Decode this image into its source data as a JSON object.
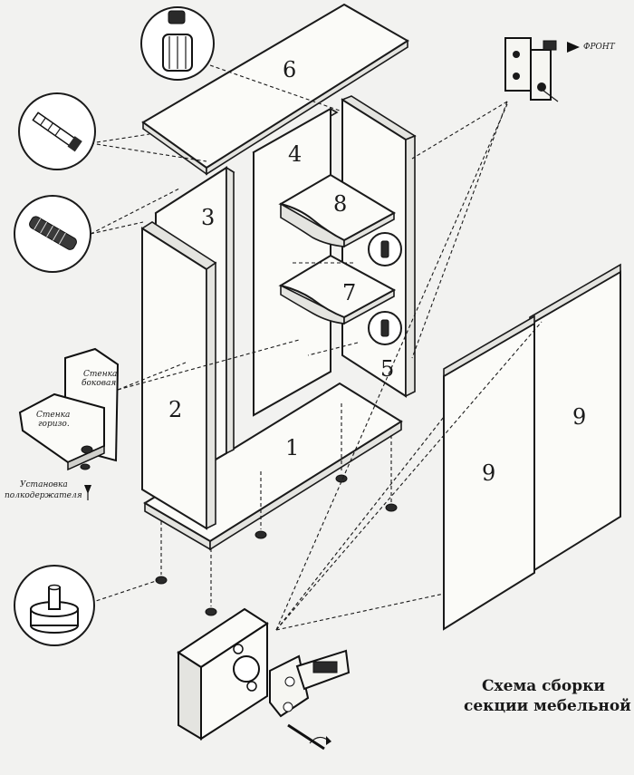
{
  "parts": {
    "p1": "1",
    "p2": "2",
    "p3": "3",
    "p4": "4",
    "p5": "5",
    "p6": "6",
    "p7": "7",
    "p8": "8",
    "p9_left": "9",
    "p9_right": "9"
  },
  "labels": {
    "front": "ФРОНТ",
    "block_line1": "Стенка",
    "block_line2": "боковая",
    "shelf_line1": "Стенка",
    "shelf_line2": "горизо.",
    "install_line1": "Установка",
    "install_line2": "полкодержателя"
  },
  "caption": {
    "line1": "Схема сборки",
    "line2": "секции мебельной"
  }
}
